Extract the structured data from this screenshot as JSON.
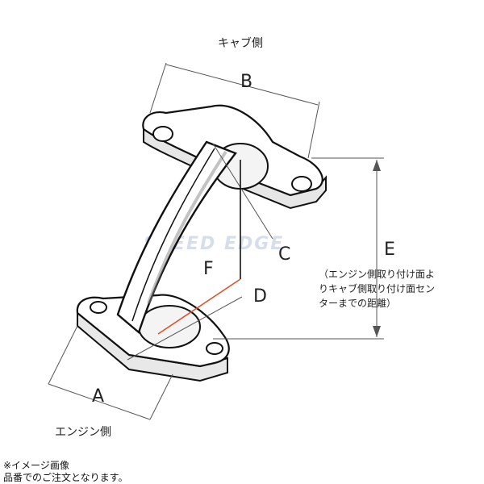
{
  "labels": {
    "carb_side": "キャブ側",
    "engine_side": "エンジン側",
    "dim_a": "A",
    "dim_b": "B",
    "dim_c": "C",
    "dim_d": "D",
    "dim_e": "E",
    "dim_f": "F"
  },
  "e_note_lines": [
    "（エンジン側取り付け面よ",
    "りキャブ側取り付け面セン",
    "ターまでの距離）"
  ],
  "watermark": "SPEED EDGE",
  "footer": {
    "note1": "※イメージ画像",
    "note2": "品番でのご注文となります。"
  },
  "colors": {
    "outline": "#111111",
    "dimension_line": "#555555",
    "f_line": "#e0502a",
    "part_fill": "#ffffff",
    "shadow": "#d8d8d8"
  }
}
